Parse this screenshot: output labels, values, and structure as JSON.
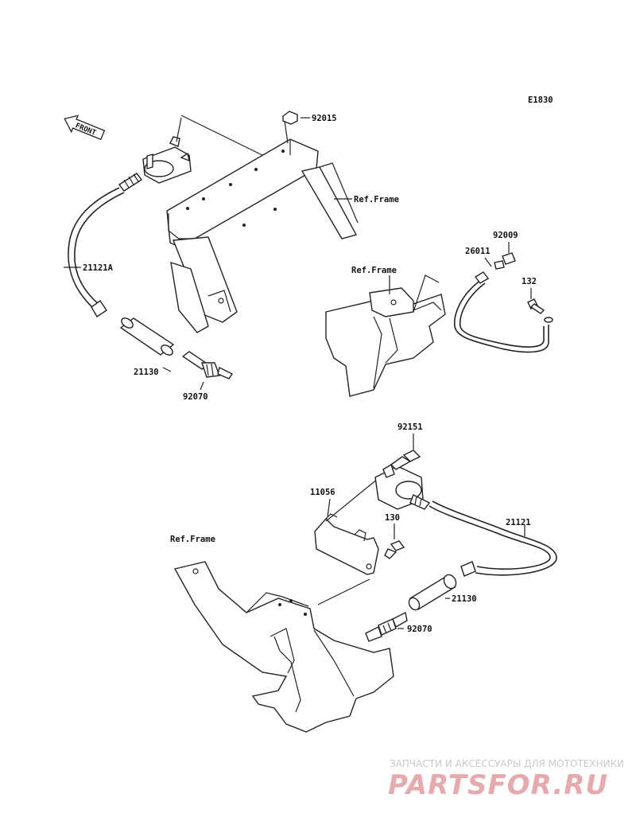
{
  "diagram_code": "E1830",
  "front_label": "FRONT",
  "labels": {
    "p92015": "92015",
    "ref_frame_1": "Ref.Frame",
    "p21121A": "21121A",
    "p21130_top": "21130",
    "p92070_top": "92070",
    "p92009": "92009",
    "p26011": "26011",
    "p132": "132",
    "ref_frame_2": "Ref.Frame",
    "p92151": "92151",
    "p11056": "11056",
    "p130": "130",
    "p21121": "21121",
    "ref_frame_3": "Ref.Frame",
    "p21130_bottom": "21130",
    "p92070_bottom": "92070"
  },
  "watermark": {
    "tagline": "ЗАПЧАСТИ И АКСЕССУАРЫ ДЛЯ МОТОТЕХНИКИ",
    "logo": "PARTSFOR.RU"
  }
}
